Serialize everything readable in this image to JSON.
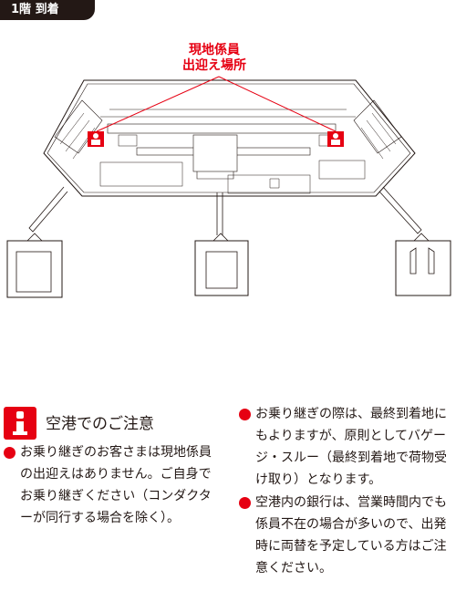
{
  "floor_badge": "1階 到着",
  "map": {
    "staff_label_line1": "現地係員",
    "staff_label_line2": "出迎え場所",
    "icons": {
      "staff": "staff-person-icon"
    },
    "colors": {
      "accent": "#e60012",
      "line": "#231815"
    }
  },
  "notice": {
    "icon": "info-icon",
    "title": "空港でのご注意",
    "items_left": [
      "お乗り継ぎのお客さまは現地係員の出迎えはありません。ご自身でお乗り継ぎください（コンダクターが同行する場合を除く）。"
    ],
    "items_right": [
      "お乗り継ぎの際は、最終到着地にもよりますが、原則としてバゲージ・スルー（最終到着地で荷物受け取り）となります。",
      "空港内の銀行は、営業時間内でも係員不在の場合が多いので、出発時に両替を予定している方はご注意ください。"
    ]
  }
}
